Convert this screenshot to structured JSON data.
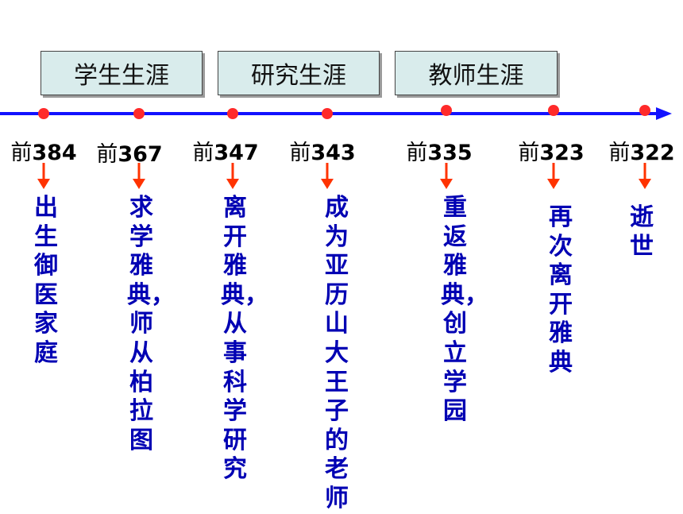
{
  "stages": [
    {
      "label": "学生生涯"
    },
    {
      "label": "研究生涯"
    },
    {
      "label": "教师生涯"
    }
  ],
  "timeline": [
    {
      "prefix": "前",
      "year": "384",
      "event": "出生御医家庭"
    },
    {
      "prefix": "前",
      "year": "367",
      "event": "求学雅典，师从柏拉图"
    },
    {
      "prefix": "前",
      "year": "347",
      "event": "离开雅典，从事科学研究"
    },
    {
      "prefix": "前",
      "year": "343",
      "event": "成为亚历山大王子的老师"
    },
    {
      "prefix": "前",
      "year": "335",
      "event": "重返雅典，创立学园"
    },
    {
      "prefix": "前",
      "year": "323",
      "event": "再次离开雅典"
    },
    {
      "prefix": "前",
      "year": "322",
      "event": "逝世"
    }
  ],
  "colors": {
    "axis": "#1212ff",
    "dot": "#ff2a2a",
    "arrow": "#ff3300",
    "event_text": "#0000b3",
    "stage_fill": "#d9ecec"
  }
}
